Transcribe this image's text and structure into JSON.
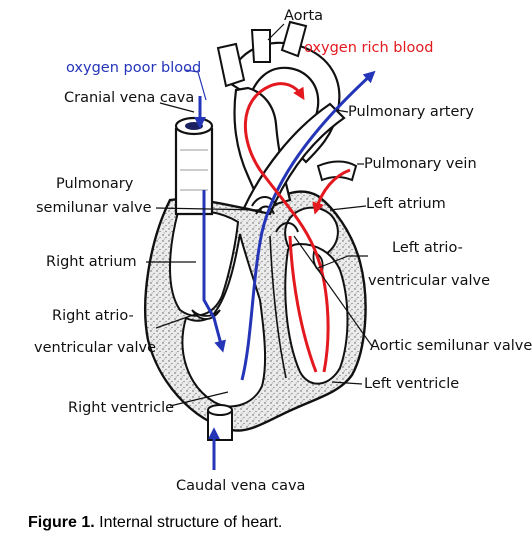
{
  "colors": {
    "oxygen_poor": "#2535b8",
    "oxygen_rich": "#e3191f",
    "outline": "#111111",
    "wall_fill": "#e9e9e9"
  },
  "labels": {
    "aorta": "Aorta",
    "oxygen_rich_blood": "oxygen rich blood",
    "oxygen_poor_blood": "oxygen poor blood",
    "cranial_vena_cava": "Cranial vena cava",
    "pulmonary_artery": "Pulmonary artery",
    "pulmonary_vein": "Pulmonary vein",
    "pulmonary_semilunar_valve_line1": "Pulmonary",
    "pulmonary_semilunar_valve_line2": "semilunar valve",
    "left_atrium": "Left atrium",
    "right_atrium": "Right atrium",
    "left_av_valve_line1": "Left atrio-",
    "left_av_valve_line2": "ventricular valve",
    "right_av_valve_line1": "Right atrio-",
    "right_av_valve_line2": "ventricular valve",
    "aortic_semilunar_valve": "Aortic semilunar valve",
    "left_ventricle": "Left ventricle",
    "right_ventricle": "Right ventricle",
    "caudal_vena_cava": "Caudal vena cava"
  },
  "caption": {
    "prefix": "Figure 1.",
    "text": " Internal structure of heart."
  }
}
